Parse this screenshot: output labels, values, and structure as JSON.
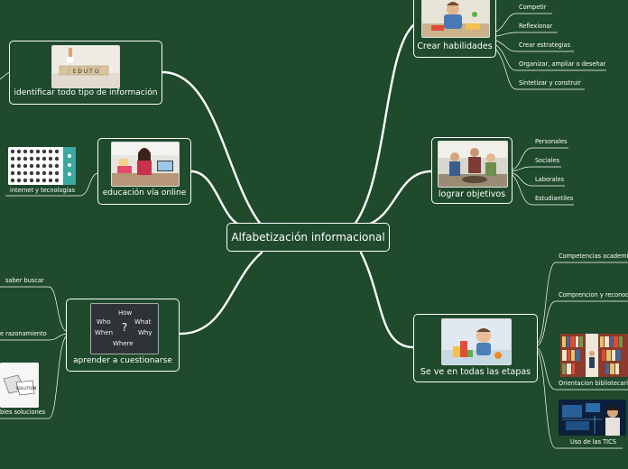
{
  "central": {
    "label": "Alfabetización informacional"
  },
  "branches": {
    "crear": {
      "label": "Crear habilidades",
      "children": [
        "Competir",
        "Reflexionar",
        "Crear estrategias",
        "Organizar, ampliar o desehar",
        "Sintetizar y construir"
      ]
    },
    "lograr": {
      "label": "lograr objetivos",
      "children": [
        "Personales",
        "Sociales",
        "Laborales",
        "Estudiantiles"
      ]
    },
    "etapas": {
      "label": "Se ve en todas las etapas",
      "children": [
        "Competencias academi",
        "Comprencion y reconoc",
        "Orientacion bibliotecari",
        "Uso de las TICS"
      ]
    },
    "identificar": {
      "label": "identificar todo tipo de información"
    },
    "educacion": {
      "label": "educación vía online",
      "children": [
        "internet y tecnologías"
      ]
    },
    "cuestionarse": {
      "label": "aprender a cuestionarse",
      "children": [
        "saber buscar",
        "e razonamiento",
        "bles soluciones"
      ]
    }
  },
  "image_text": {
    "scrabble": "E D U T O",
    "chalk_words": [
      "Who",
      "How",
      "What",
      "When",
      "Why",
      "Where"
    ],
    "solution_word": "SOLUTION"
  },
  "colors": {
    "background": "#1f4a2c",
    "line": "#ffffff"
  }
}
